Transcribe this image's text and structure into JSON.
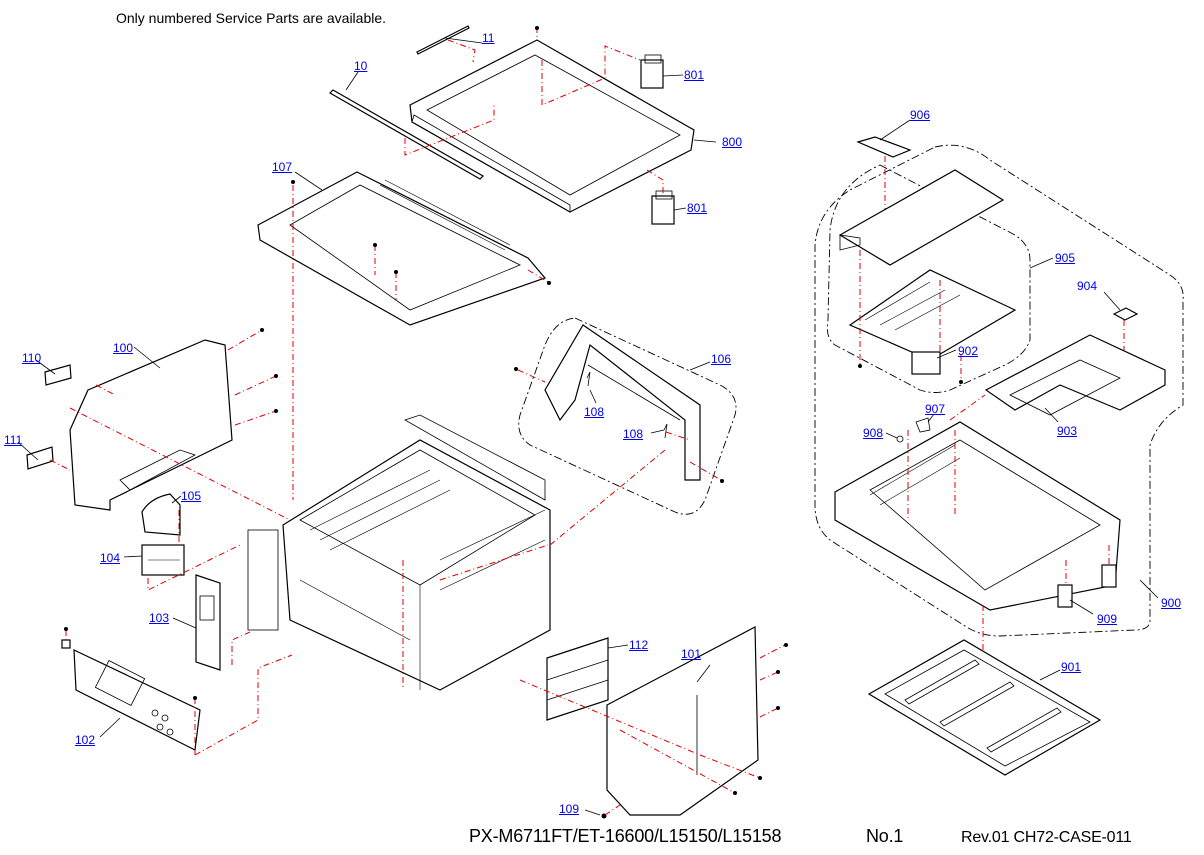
{
  "document": {
    "note": "Only numbered Service Parts are available.",
    "model": "PX-M6711FT/ET-16600/L15150/L15158",
    "page_no": "No.1",
    "revision": "Rev.01 CH72-CASE-011"
  },
  "colors": {
    "link": "#0000ee",
    "assembly_line": "#e00000",
    "outline": "#000000"
  },
  "parts": {
    "p10": "10",
    "p11": "11",
    "p100": "100",
    "p101": "101",
    "p102": "102",
    "p103": "103",
    "p104": "104",
    "p105": "105",
    "p106": "106",
    "p107": "107",
    "p108a": "108",
    "p108b": "108",
    "p109": "109",
    "p110": "110",
    "p111": "111",
    "p112": "112",
    "p800": "800",
    "p801a": "801",
    "p801b": "801",
    "p900": "900",
    "p901": "901",
    "p902": "902",
    "p903": "903",
    "p904": "904",
    "p905": "905",
    "p906": "906",
    "p907": "907",
    "p908": "908",
    "p909": "909"
  }
}
